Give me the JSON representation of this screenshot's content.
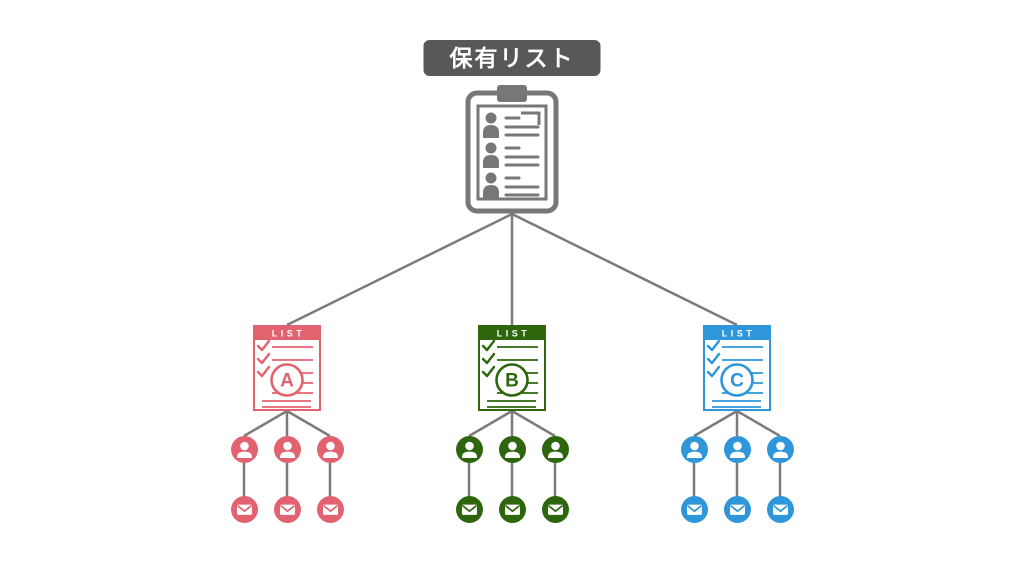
{
  "title": {
    "label": "保有リスト"
  },
  "root": {
    "icon": "clipboard-contact-list-icon"
  },
  "groups": [
    {
      "letter": "A",
      "header_label": "LIST",
      "color": "#E2626F",
      "member_count": 3,
      "member_icon": "person-icon",
      "contact_icon": "mail-icon"
    },
    {
      "letter": "B",
      "header_label": "LIST",
      "color": "#2D660D",
      "member_count": 3,
      "member_icon": "person-icon",
      "contact_icon": "mail-icon"
    },
    {
      "letter": "C",
      "header_label": "LIST",
      "color": "#2E96D9",
      "member_count": 3,
      "member_icon": "person-icon",
      "contact_icon": "mail-icon"
    }
  ],
  "colors": {
    "title_bg": "#58585B",
    "title_text": "#FFFFFF",
    "icon_gray": "#77777A",
    "line_gray": "#7B7B7D",
    "list_a": "#E2626F",
    "list_b": "#2D660D",
    "list_c": "#2E96D9"
  }
}
